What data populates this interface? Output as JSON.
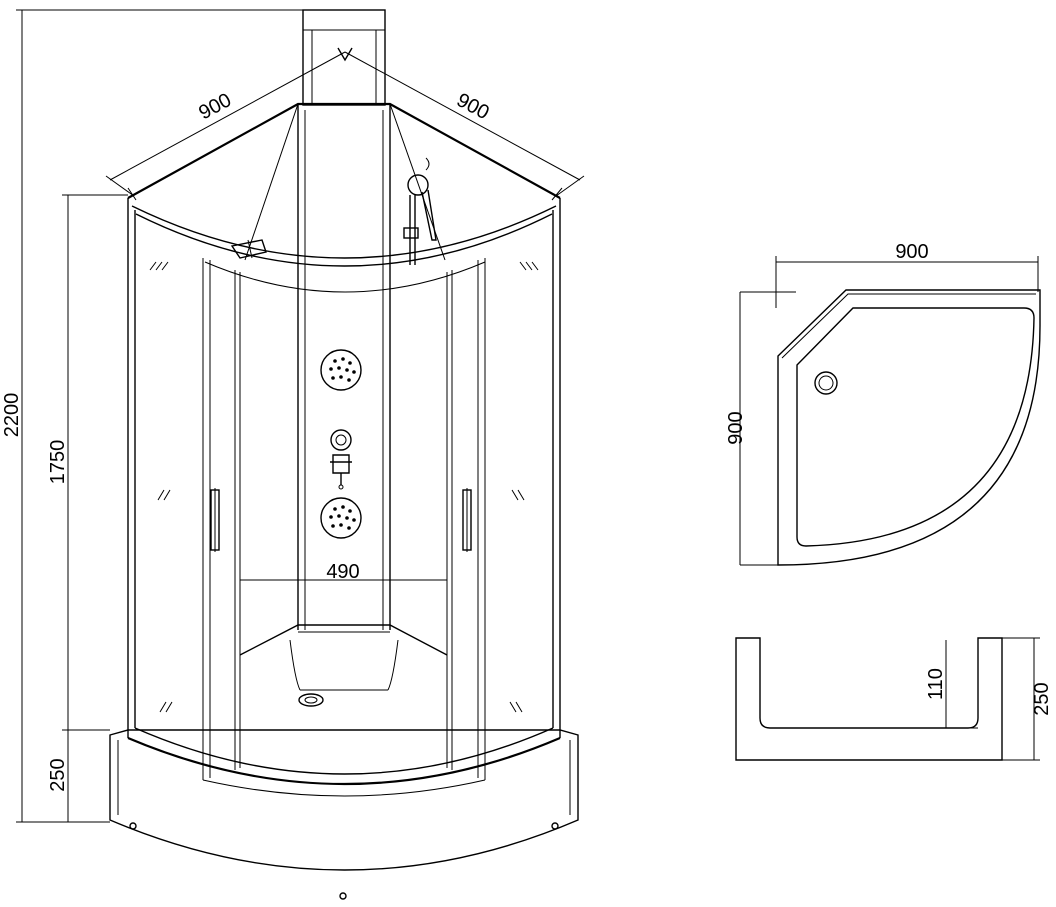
{
  "dimensions": {
    "front_height_total": "2200",
    "front_height_cabin": "1750",
    "front_height_tray": "250",
    "top_width_left": "900",
    "top_width_right": "900",
    "inner_panel_width": "490",
    "tray_plan_width": "900",
    "tray_plan_depth": "900",
    "tray_section_depth": "110",
    "tray_section_height": "250"
  }
}
